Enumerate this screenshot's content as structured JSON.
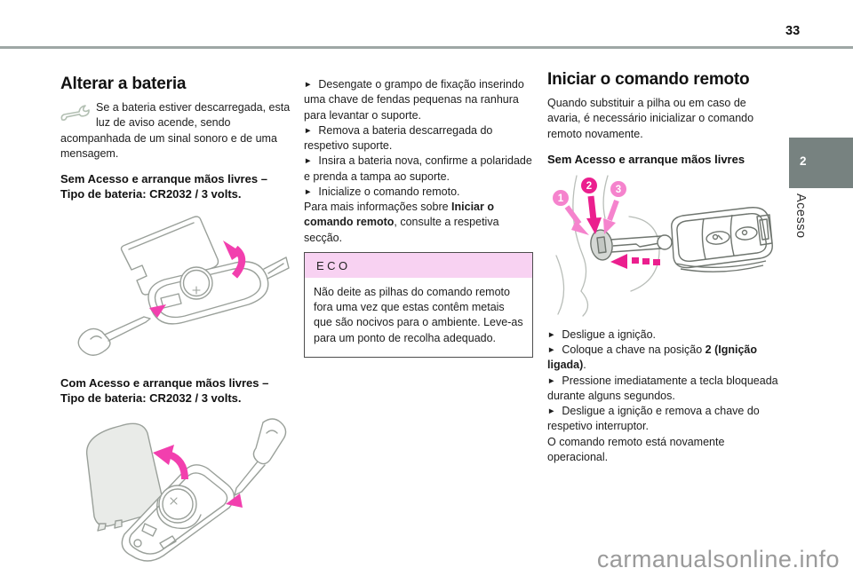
{
  "header": {
    "page_number": "33"
  },
  "sidebar": {
    "tab_number": "2",
    "chapter_label": "Acesso",
    "tab_color": "#778280"
  },
  "glyphs": {
    "bullet": "►"
  },
  "colors": {
    "accent_magenta": "#eb1f8e",
    "accent_pink_light": "#f583cd",
    "accent_pink_arrow": "#f23fae",
    "eco_header_bg": "#f8d2f2",
    "tab_gray": "#778280",
    "rule_gray": "#9ea7a5"
  },
  "left_column": {
    "title": "Alterar a bateria",
    "intro": "Se a bateria estiver descarregada, esta luz de aviso acende, sendo acompanhada de um sinal sonoro e de uma mensagem.",
    "subhead_sem": "Sem Acesso e arranque mãos livres – Tipo de bateria: CR2032 / 3 volts.",
    "subhead_com": "Com Acesso e arranque mãos livres – Tipo de bateria: CR2032 / 3 volts."
  },
  "middle_column": {
    "steps": [
      "Desengate o grampo de fixação inserindo uma chave de fendas pequenas na ranhura para levantar o suporte.",
      "Remova a bateria descarregada do respetivo suporte.",
      "Insira a bateria nova, confirme a polaridade e prenda a tampa ao suporte.",
      "Inicialize o comando remoto."
    ],
    "more_info": {
      "pre": "Para mais informações sobre ",
      "bold": "Iniciar o comando remoto",
      "post": ", consulte a respetiva secção."
    },
    "eco": {
      "title": "ECO",
      "body": "Não deite as pilhas do comando remoto fora uma vez que estas contêm metais que são nocivos para o ambiente. Leve-as para um ponto de recolha adequado."
    }
  },
  "right_column": {
    "title": "Iniciar o comando remoto",
    "intro": "Quando substituir a pilha ou em caso de avaria, é necessário inicializar o comando remoto novamente.",
    "subhead": "Sem Acesso e arranque mãos livres",
    "figure": {
      "markers": [
        "1",
        "2",
        "3"
      ]
    },
    "steps": [
      {
        "pre": "Desligue a ignição.",
        "bold": "",
        "post": ""
      },
      {
        "pre": "Coloque a chave na posição ",
        "bold": "2 (Ignição ligada)",
        "post": "."
      },
      {
        "pre": "Pressione imediatamente a tecla bloqueada durante alguns segundos.",
        "bold": "",
        "post": ""
      },
      {
        "pre": "Desligue a ignição e remova a chave do respetivo interruptor.",
        "bold": "",
        "post": ""
      }
    ],
    "closing": "O comando remoto está novamente operacional."
  },
  "watermark": "carmanualsonline.info"
}
